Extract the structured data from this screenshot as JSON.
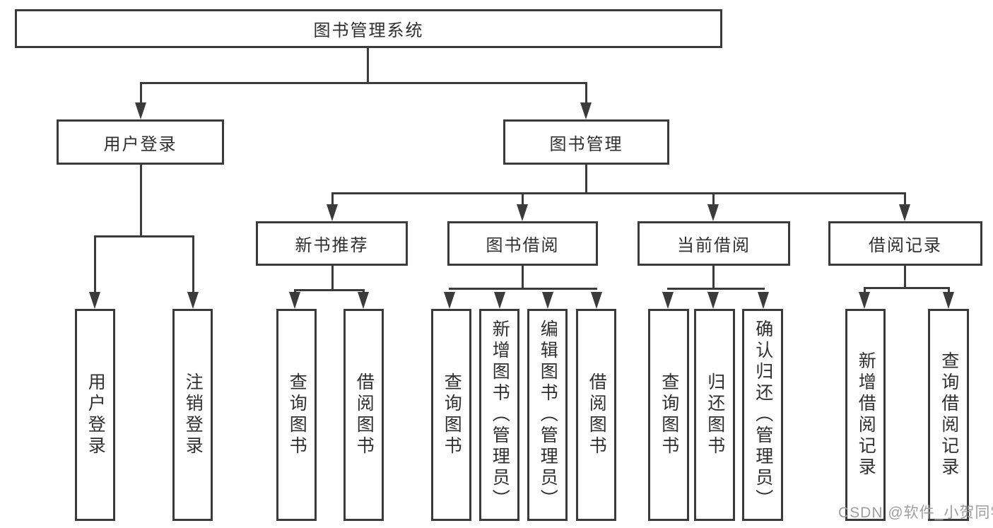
{
  "diagram": {
    "title": "图书管理系统",
    "root": {
      "label": "图书管理系统"
    },
    "level2": [
      {
        "label": "用户登录"
      },
      {
        "label": "图书管理"
      }
    ],
    "level3": [
      {
        "label": "新书推荐"
      },
      {
        "label": "图书借阅"
      },
      {
        "label": "当前借阅"
      },
      {
        "label": "借阅记录"
      }
    ],
    "groups": [
      {
        "parent": "用户登录",
        "children": [
          {
            "label": "用户登录"
          },
          {
            "label": "注销登录"
          }
        ]
      },
      {
        "parent": "新书推荐",
        "children": [
          {
            "label": "查询图书"
          },
          {
            "label": "借阅图书"
          }
        ]
      },
      {
        "parent": "图书借阅",
        "children": [
          {
            "label": "查询图书"
          },
          {
            "label": "新增图书（管理员）"
          },
          {
            "label": "编辑图书（管理员）"
          },
          {
            "label": "借阅图书"
          }
        ]
      },
      {
        "parent": "当前借阅",
        "children": [
          {
            "label": "查询图书"
          },
          {
            "label": "归还图书"
          },
          {
            "label": "确认归还（管理员）"
          }
        ]
      },
      {
        "parent": "借阅记录",
        "children": [
          {
            "label": "新增借阅记录"
          },
          {
            "label": "查询借阅记录"
          }
        ]
      }
    ],
    "colors": {
      "line": "#3b3b3b",
      "text": "#2f2f2f",
      "background": "#ffffff"
    }
  },
  "watermark": {
    "text": "CSDN @软件_小贺同学",
    "color": "#9e9e9e"
  }
}
